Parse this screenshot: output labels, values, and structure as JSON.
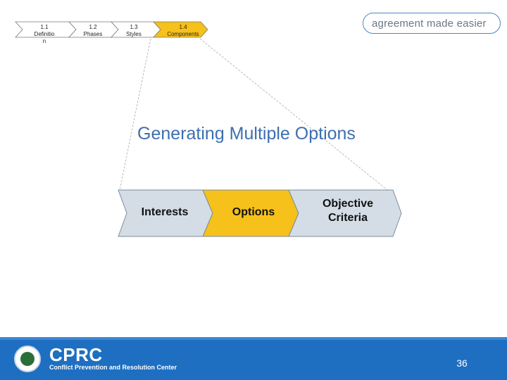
{
  "breadcrumb": {
    "items": [
      {
        "label": "1.1\nDefinitio\nn",
        "active": false
      },
      {
        "label": "1.2\nPhases",
        "active": false
      },
      {
        "label": "1.3\nStyles",
        "active": false
      },
      {
        "label": "1.4\nComponents",
        "active": true
      }
    ]
  },
  "logo": {
    "text": "agreement made easier"
  },
  "slide": {
    "title": "Generating Multiple Options"
  },
  "process": {
    "steps": [
      {
        "label": "Interests",
        "highlighted": false
      },
      {
        "label": "Options",
        "highlighted": true
      },
      {
        "label": "Objective\nCriteria",
        "highlighted": false
      }
    ]
  },
  "footer": {
    "org_short": "CPRC",
    "org_long": "Conflict Prevention and Resolution Center",
    "page_number": "36"
  },
  "colors": {
    "accent_yellow": "#f5c11a",
    "chevron_grey": "#d4dde6",
    "title_blue": "#3d6fb0",
    "footer_blue": "#1e6fc1",
    "logo_border": "#4a86c5"
  }
}
